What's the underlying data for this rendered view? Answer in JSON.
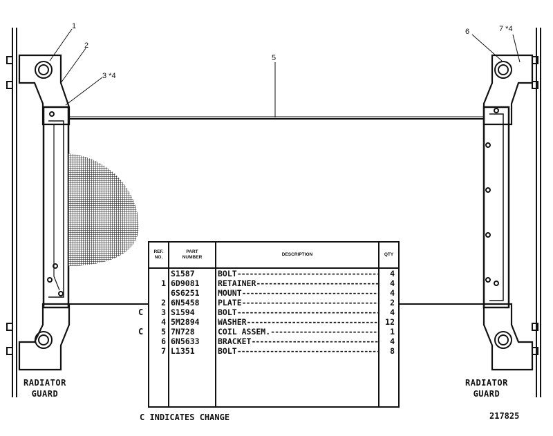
{
  "callouts": [
    "1",
    "2",
    "3 *4",
    "5",
    "6",
    "7 *4"
  ],
  "side_labels": {
    "left": [
      "RADIATOR",
      "GUARD"
    ],
    "right": [
      "RADIATOR",
      "GUARD"
    ]
  },
  "footer": {
    "change_note": "C INDICATES CHANGE",
    "figure_number": "217825"
  },
  "parts_table": {
    "headers": {
      "ref": [
        "REF.",
        "NO."
      ],
      "part": [
        "PART",
        "NUMBER"
      ],
      "description": "DESCRIPTION",
      "qty": "QTY"
    },
    "rows": [
      {
        "change": "",
        "ref": "",
        "part": "S1587",
        "desc": "BOLT",
        "qty": "4"
      },
      {
        "change": "",
        "ref": "1",
        "part": "6D9081",
        "desc": "RETAINER",
        "qty": "4"
      },
      {
        "change": "",
        "ref": "",
        "part": "6S6251",
        "desc": "MOUNT",
        "qty": "4"
      },
      {
        "change": "",
        "ref": "2",
        "part": "6N5458",
        "desc": "PLATE",
        "qty": "2"
      },
      {
        "change": "C",
        "ref": "3",
        "part": "S1594",
        "desc": "BOLT",
        "qty": "4"
      },
      {
        "change": "",
        "ref": "4",
        "part": "5M2894",
        "desc": "WASHER",
        "qty": "12"
      },
      {
        "change": "C",
        "ref": "5",
        "part": "7N728",
        "desc": "COIL ASSEM.",
        "qty": "1"
      },
      {
        "change": "",
        "ref": "6",
        "part": "6N5633",
        "desc": "BRACKET",
        "qty": "4"
      },
      {
        "change": "",
        "ref": "7",
        "part": "L1351",
        "desc": "BOLT",
        "qty": "8"
      }
    ]
  }
}
